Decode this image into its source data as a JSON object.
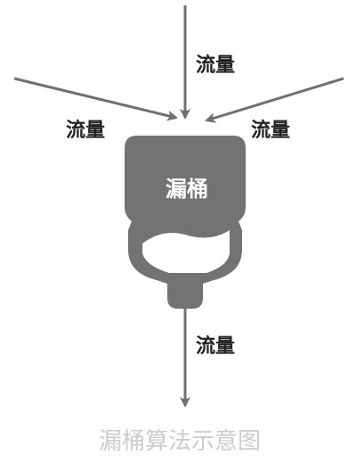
{
  "labels": {
    "flow_top": "流量",
    "flow_left": "流量",
    "flow_right": "流量",
    "flow_bottom": "流量",
    "bucket": "漏桶",
    "caption": "漏桶算法示意图"
  },
  "colors": {
    "arrow": "#707070",
    "bucket": "#737373",
    "bucket_inner": "#ffffff",
    "text": "#222222",
    "caption": "#cccccc"
  }
}
